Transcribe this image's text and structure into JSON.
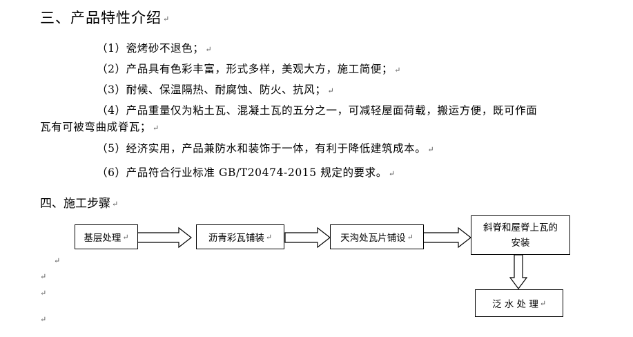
{
  "section3": {
    "title": "三、产品特性介绍",
    "items": [
      "（1）瓷烤砂不退色；",
      "（2）产品具有色彩丰富，形式多样，美观大方，施工简便；",
      "（3）耐候、保温隔热、耐腐蚀、防火、抗风；",
      "（4）产品重量仅为粘土瓦、混凝土瓦的五分之一，可减轻屋面荷载，搬运方便，既可作面",
      "瓦有可被弯曲成脊瓦；",
      "（5）经济实用，产品兼防水和装饰于一体，有利于降低建筑成本。",
      "（6）产品符合行业标准 GB/T20474-2015 规定的要求。"
    ]
  },
  "section4": {
    "title": "四、施工步骤",
    "steps": {
      "step1": "基层处理",
      "step2": "沥青彩瓦铺装",
      "step3": "天沟处瓦片铺设",
      "step4": "斜脊和屋脊上瓦的安装",
      "step5": "泛 水 处 理"
    }
  },
  "paragraph_mark": "↵"
}
